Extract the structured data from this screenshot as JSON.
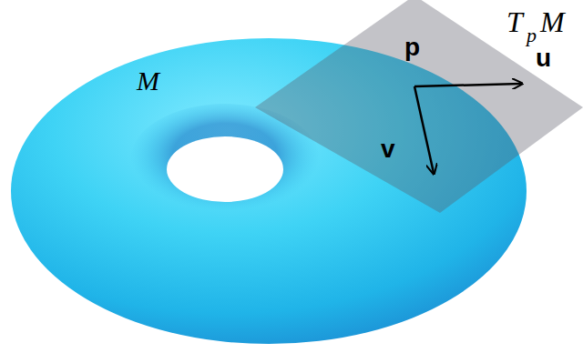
{
  "diagram": {
    "labels": [
      "M",
      "T",
      "p",
      "M",
      "p",
      "u",
      "v"
    ]
  }
}
